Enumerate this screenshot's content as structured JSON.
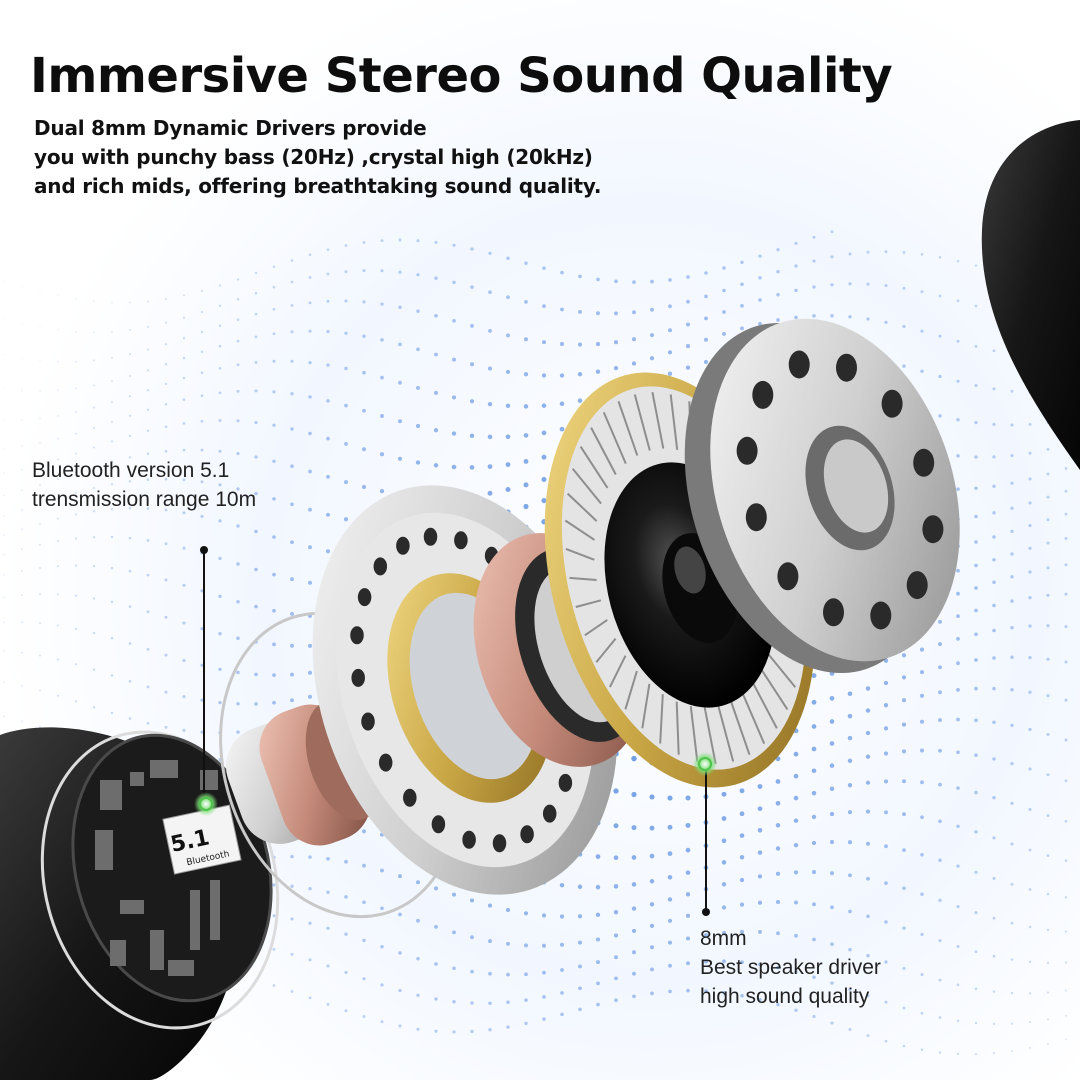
{
  "header": {
    "title": "Immersive Stereo Sound Quality",
    "subtitle_lines": [
      "Dual 8mm Dynamic Drivers provide",
      "you with punchy bass (20Hz) ,crystal high (20kHz)",
      "and rich mids, offering breathtaking sound quality."
    ]
  },
  "callouts": {
    "bluetooth": {
      "lines": [
        "Bluetooth version 5.1",
        "trensmission range 10m"
      ]
    },
    "driver": {
      "lines": [
        "8mm",
        "Best speaker driver",
        "high sound quality"
      ]
    }
  },
  "chip_label": {
    "version": "5.1",
    "name": "Bluetooth"
  },
  "colors": {
    "dots": "#5b8fe0",
    "gold": "#c9a645",
    "copper": "#c58a7a",
    "silver": "#d9d9d9",
    "black": "#161616",
    "pointer_glow": "#7fe07a"
  }
}
